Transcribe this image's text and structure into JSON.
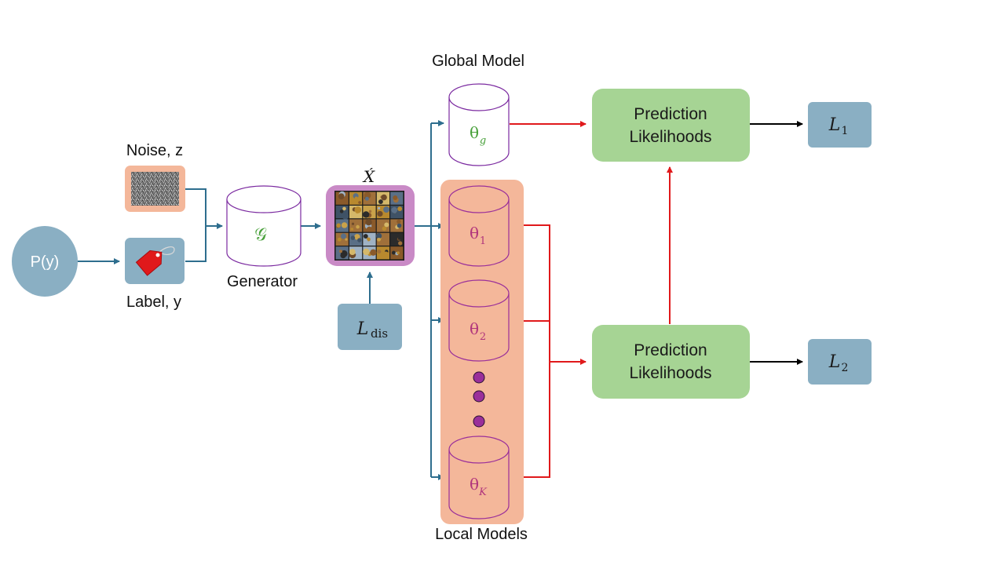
{
  "colors": {
    "steel_blue": "#8aafc3",
    "edge_blue": "#2e6e8e",
    "edge_red": "#e0191b",
    "peach": "#f4b79a",
    "green": "#a6d494",
    "purple_frame": "#c98ac6",
    "purple_dot": "#9a2f9a",
    "theta_green": "#48a03a",
    "theta_purple": "#b0357c"
  },
  "nodes": {
    "prior": {
      "text": "P(y)",
      "shape": "ellipse"
    },
    "noise": {
      "caption": "Noise, z",
      "icon": "noise-texture-icon"
    },
    "label": {
      "caption": "Label, y",
      "icon": "price-tag-icon"
    },
    "generator": {
      "symbol": "𝒢",
      "caption": "Generator"
    },
    "synthetic": {
      "symbol": "X́",
      "icon": "image-grid-icon"
    },
    "loss_dis": {
      "symbol": "L",
      "subscript": "dis"
    },
    "global_model": {
      "caption": "Global Model",
      "symbol": "θ",
      "subscript": "g"
    },
    "local_models": {
      "caption": "Local Models",
      "items": [
        {
          "symbol": "θ",
          "subscript": "1"
        },
        {
          "symbol": "θ",
          "subscript": "2"
        },
        {
          "symbol": "θ",
          "subscript": "K"
        }
      ]
    },
    "prediction_top": {
      "line1": "Prediction",
      "line2": "Likelihoods"
    },
    "prediction_bottom": {
      "line1": "Prediction",
      "line2": "Likelihoods"
    },
    "loss1": {
      "symbol": "L",
      "subscript": "1"
    },
    "loss2": {
      "symbol": "L",
      "subscript": "2"
    }
  }
}
